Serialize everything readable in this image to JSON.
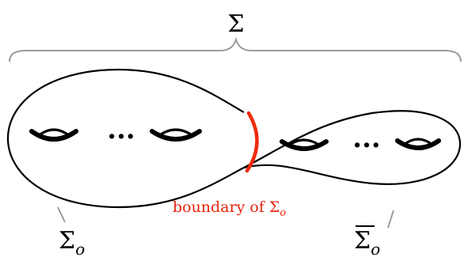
{
  "labels": {
    "sigma_top": "Σ",
    "boundary": "boundary of Σ",
    "boundary_sub": "o",
    "sigma_o": "Σ",
    "sigma_o_sub": "o",
    "sigma_bar": "Σ",
    "sigma_bar_sub": "o",
    "dots_left": "···",
    "dots_right": "···"
  },
  "colors": {
    "outline": "#000000",
    "brace": "#9a9a9a",
    "boundary": "#ee2a0c",
    "boundary_text": "#e8230d"
  }
}
